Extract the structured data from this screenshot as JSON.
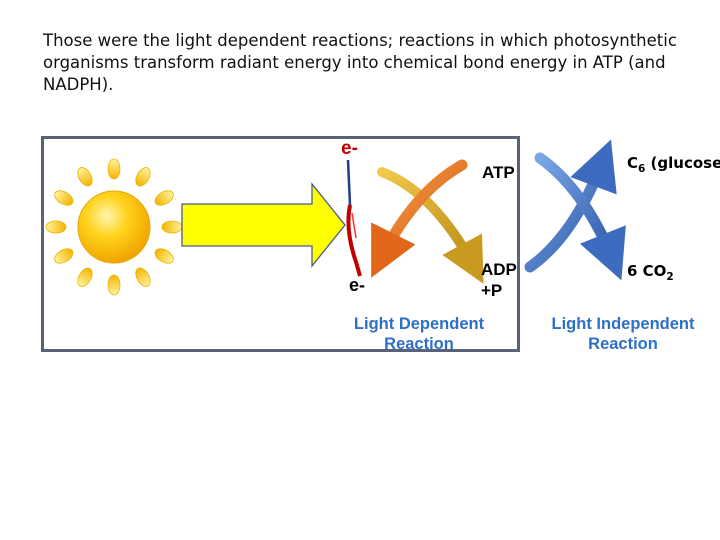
{
  "intro_text": "Those were the light dependent reactions; reactions in which photosynthetic organisms transform radiant energy into chemical bond energy in ATP (and NADPH).",
  "electron_top": "e-",
  "electron_bottom": "e-",
  "light_dependent": {
    "product_label": "ATP",
    "reactant_line1": "ADP",
    "reactant_line2": "+P",
    "title_line1": "Light Dependent",
    "title_line2": "Reaction"
  },
  "light_independent": {
    "product_prefix": "C",
    "product_sub": "6",
    "product_suffix": " (glucose)",
    "reactant_prefix": "6 CO",
    "reactant_sub": "2",
    "title_line1": "Light Independent",
    "title_line2": "Reaction"
  },
  "colors": {
    "frame": "#58627a",
    "arrow_yellow": "#ffff00",
    "electron_red": "#c00000",
    "label_blue": "#2e6fc7",
    "cycle_blue": "#3c6bbf",
    "cycle_orange": "#e8701a",
    "cycle_gold": "#d8a020",
    "sun": "#f9c80e"
  },
  "icons": {
    "sun": "sun-icon",
    "light_arrow": "light-arrow-icon"
  }
}
